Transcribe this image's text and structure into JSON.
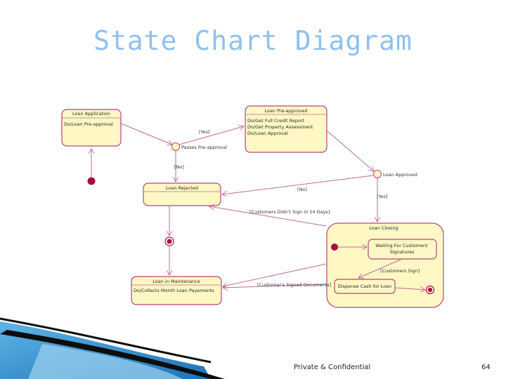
{
  "title": "State Chart Diagram",
  "footer": {
    "text": "Private & Confidential",
    "page": "64"
  },
  "states": {
    "loan_application": {
      "name": "Loan Application",
      "activity": "Do/Loan Pre-approval"
    },
    "loan_preapproved": {
      "name": "Loan Pre-approved",
      "activities": [
        "Do/Get Full Credit Report",
        "Do/Get Property Assessment",
        "Do/Loan Approval"
      ]
    },
    "loan_rejected": {
      "name": "Loan Rejected"
    },
    "loan_maintenance": {
      "name": "Loan in Maintenance",
      "activity": "Do/Collects Month Loan Payements"
    },
    "loan_closing": {
      "name": "Loan Closing"
    },
    "waiting_signatures": {
      "line1": "Waiting For Customers'",
      "line2": "Signatures"
    },
    "dispense_cash": {
      "name": "Dispense Cash for Loan"
    }
  },
  "labels": {
    "passes_preapproval": "Passes Pre-approval",
    "loan_approved": "Loan Approved",
    "yes1": "[Yes]",
    "no1": "[No]",
    "no2": "[No]",
    "yes2": "[Yes]",
    "didnt_sign": "[Customers Didn't Sign in 14 Days]",
    "customers_sign": "[Customers Sign]",
    "signed_docs": "[Customer's Signed Documents]"
  }
}
